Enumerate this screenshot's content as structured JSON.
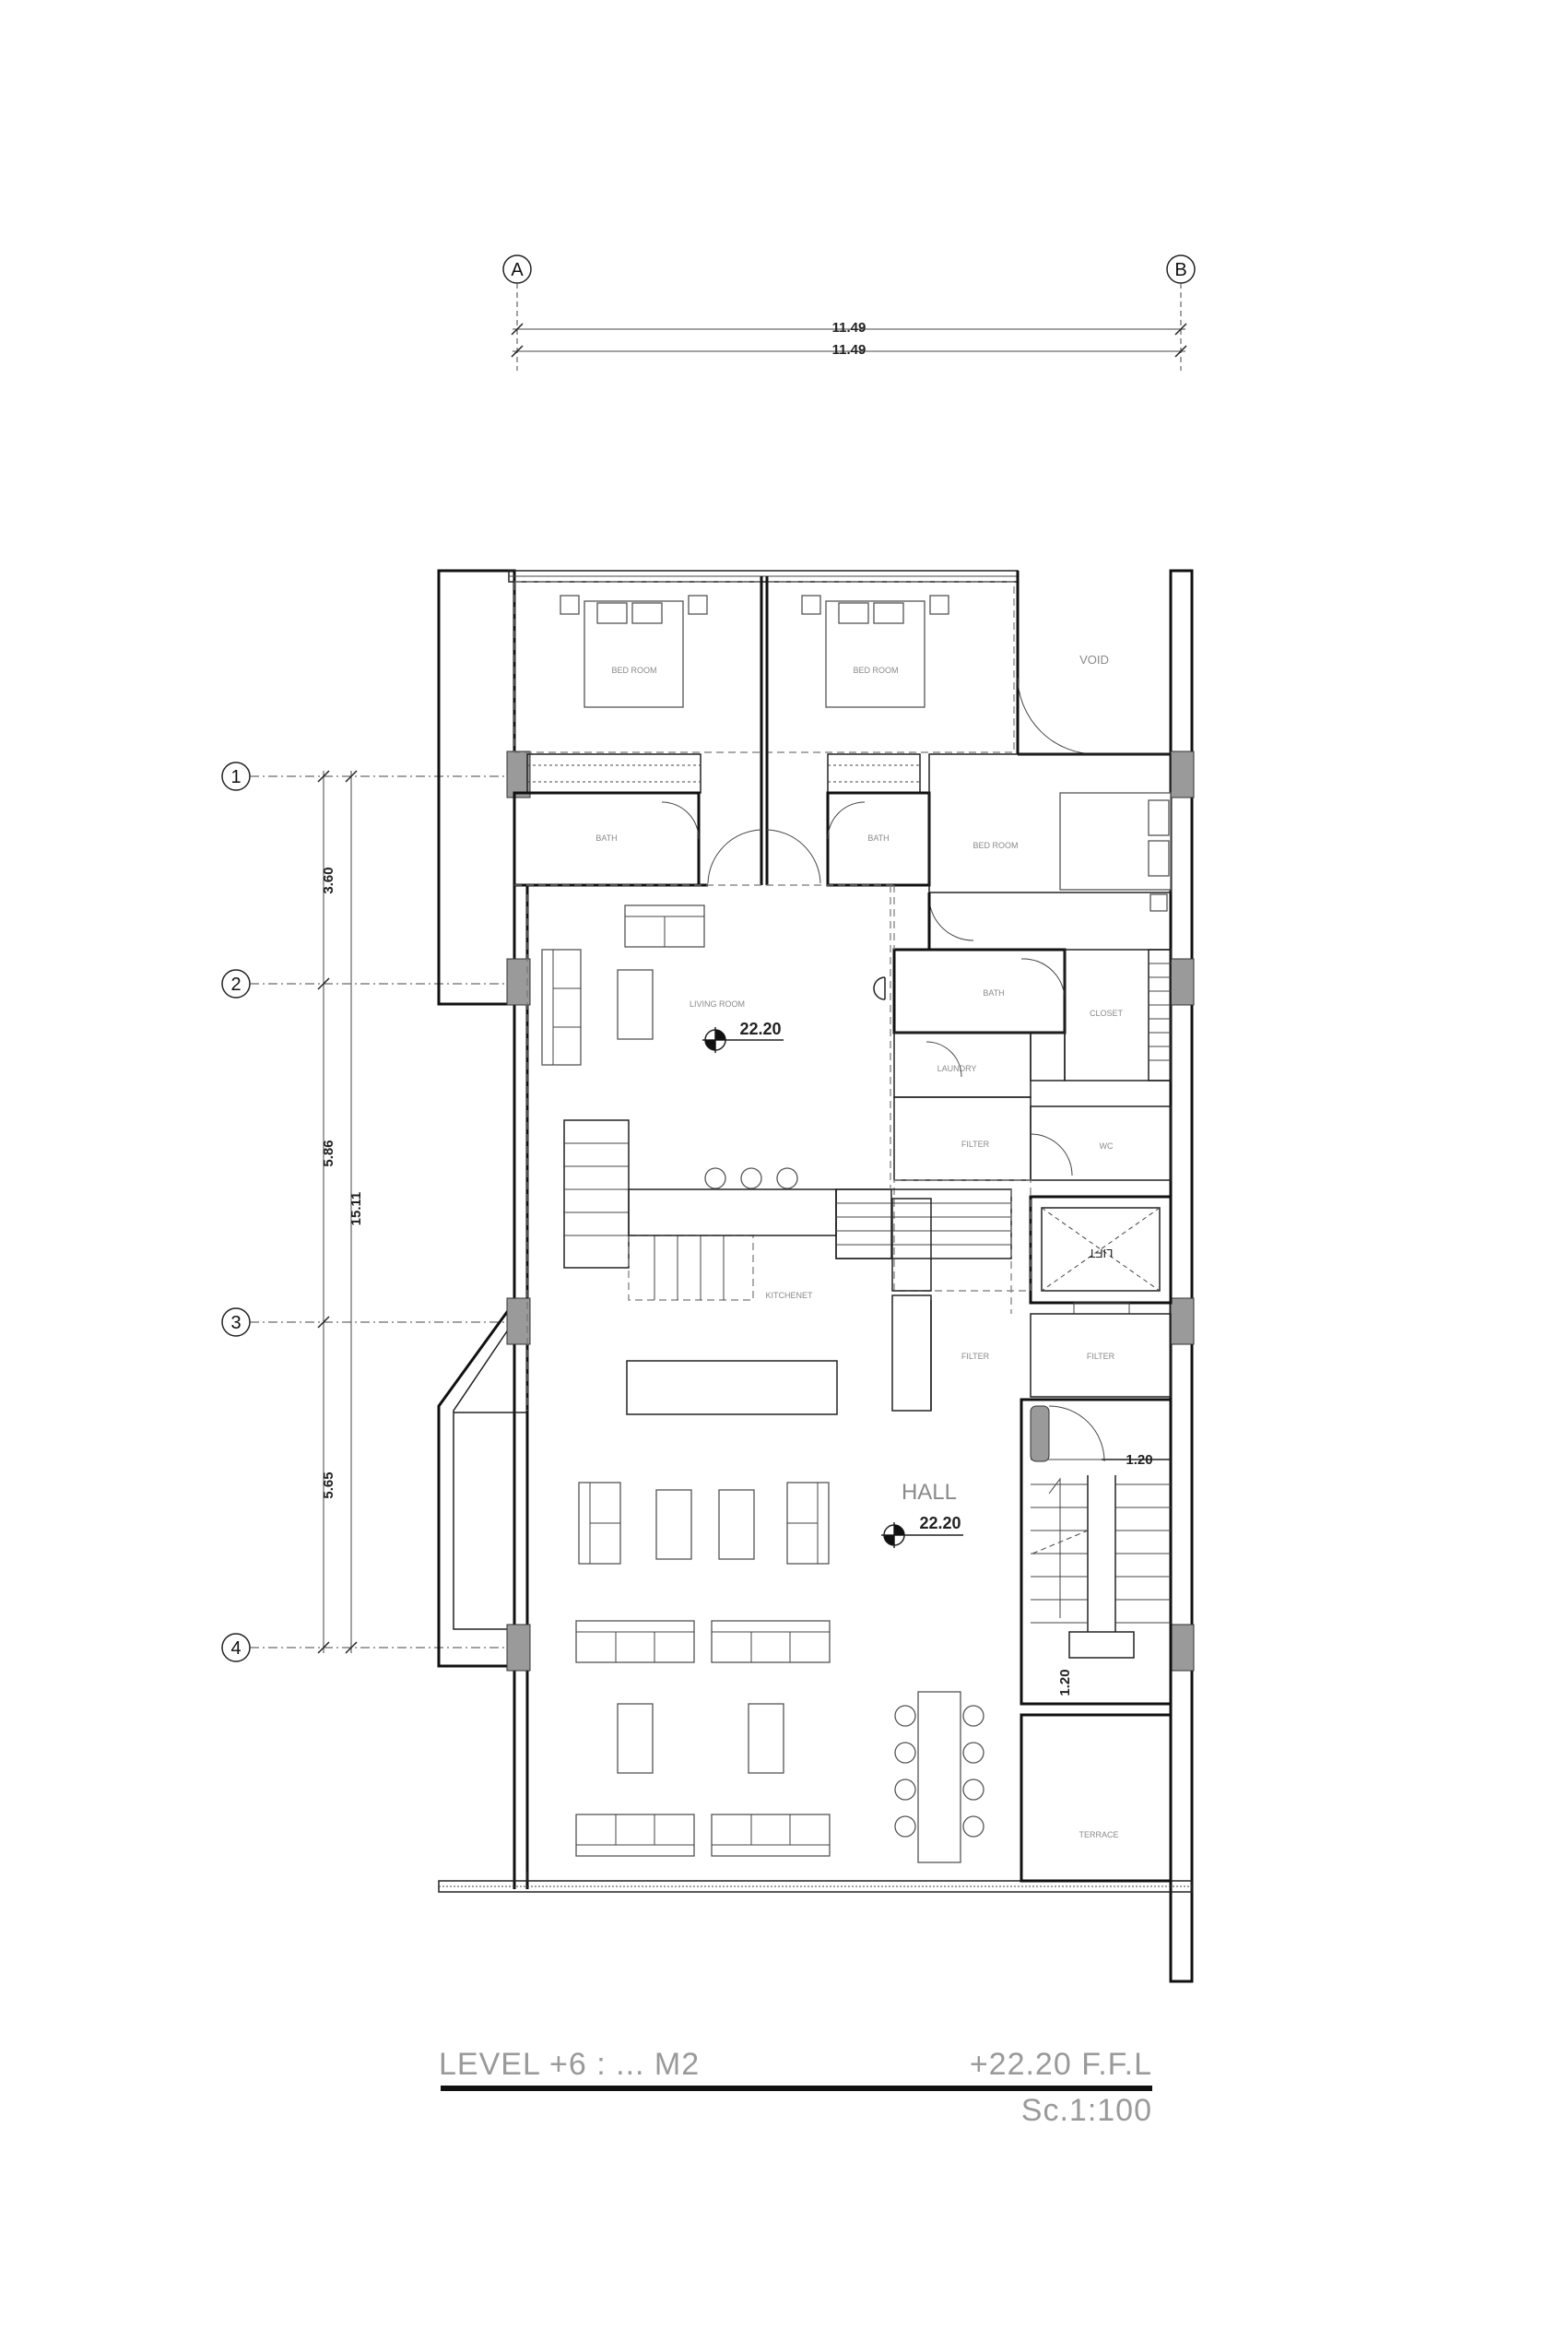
{
  "grid_columns": {
    "a": "A",
    "b": "B"
  },
  "grid_rows": {
    "r1": "1",
    "r2": "2",
    "r3": "3",
    "r4": "4"
  },
  "dimensions": {
    "horizontal_top": "11.49",
    "horizontal_bottom": "11.49",
    "vertical_3_60": "3.60",
    "vertical_5_86": "5.86",
    "vertical_5_65": "5.65",
    "vertical_total": "15.11",
    "stair_width": "1.20",
    "stair_landing": "1.20"
  },
  "rooms": {
    "bed_room_1": "BED ROOM",
    "bed_room_2": "BED ROOM",
    "bed_room_3": "BED ROOM",
    "void": "VOID",
    "bath_1": "BATH",
    "bath_2": "BATH",
    "bath_3": "BATH",
    "living_room": "LIVING ROOM",
    "closet": "CLOSET",
    "laundry": "LAUNDRY",
    "filter_1": "FILTER",
    "filter_2": "FILTER",
    "filter_3": "FILTER",
    "wc": "WC",
    "lift": "LIFT",
    "kitchenet": "KITCHENET",
    "hall": "HALL",
    "terrace": "TERRACE"
  },
  "levels": {
    "living_room": "22.20",
    "hall": "22.20"
  },
  "title_block": {
    "level": "LEVEL  +6  :  ...  M2",
    "ffl": "+22.20  F.F.L",
    "scale": "Sc.1:100"
  }
}
